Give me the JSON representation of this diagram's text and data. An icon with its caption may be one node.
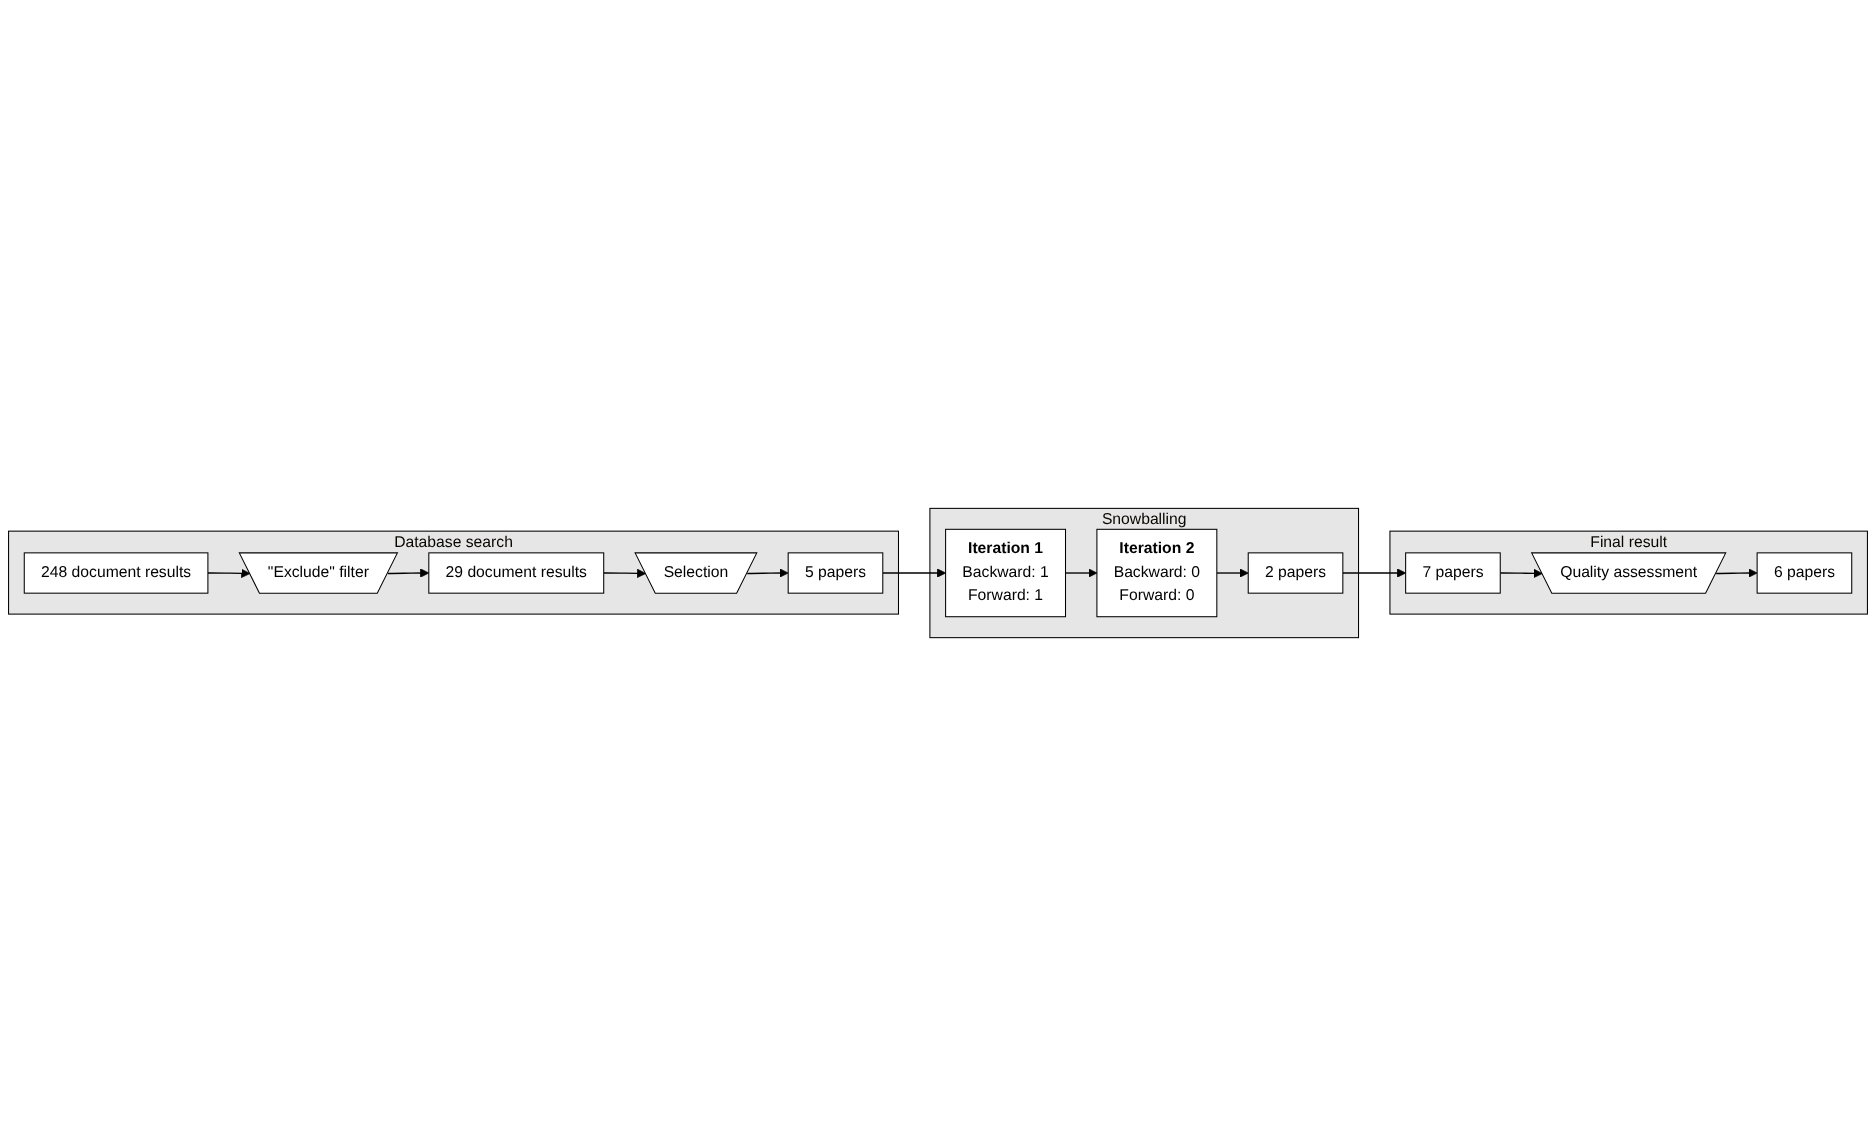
{
  "diagram": {
    "nodes": [
      {
        "text": [
          "Database search"
        ]
      },
      {
        "text": [
          "248 document results"
        ],
        "in": 0
      },
      {
        "text": [
          "\"Exclude\" filter"
        ],
        "in": 0
      },
      {
        "text": [
          "29 document results"
        ],
        "in": 0
      },
      {
        "text": [
          "Selection"
        ],
        "in": 0
      },
      {
        "text": [
          "5 papers"
        ],
        "in": 0
      },
      {
        "text": [
          "Snowballing"
        ]
      },
      {
        "text": [
          "Iteration 1",
          "Backward: 1",
          "Forward: 1"
        ],
        "in": 6
      },
      {
        "text": [
          "Iteration 2",
          "Backward: 0",
          "Forward: 0"
        ],
        "in": 6
      },
      {
        "text": [
          "2 papers"
        ],
        "in": 6
      },
      {
        "text": [
          "Final result"
        ]
      },
      {
        "text": [
          "7 papers"
        ],
        "in": 10
      },
      {
        "text": [
          "Quality assessment"
        ],
        "in": 10
      },
      {
        "text": [
          "6 papers"
        ],
        "in": 10
      }
    ],
    "edges": [
      {
        "from": 1,
        "to": 2,
        "arrow": "to"
      },
      {
        "from": 2,
        "to": 3,
        "arrow": "to"
      },
      {
        "from": 3,
        "to": 4,
        "arrow": "to"
      },
      {
        "from": 4,
        "to": 5,
        "arrow": "to"
      },
      {
        "from": 5,
        "to": 7,
        "arrow": "to"
      },
      {
        "from": 7,
        "to": 8,
        "arrow": "to"
      },
      {
        "from": 8,
        "to": 9,
        "arrow": "to"
      },
      {
        "from": 9,
        "to": 11,
        "arrow": "to"
      },
      {
        "from": 11,
        "to": 12,
        "arrow": "to"
      },
      {
        "from": 12,
        "to": 13,
        "arrow": "to"
      }
    ]
  }
}
